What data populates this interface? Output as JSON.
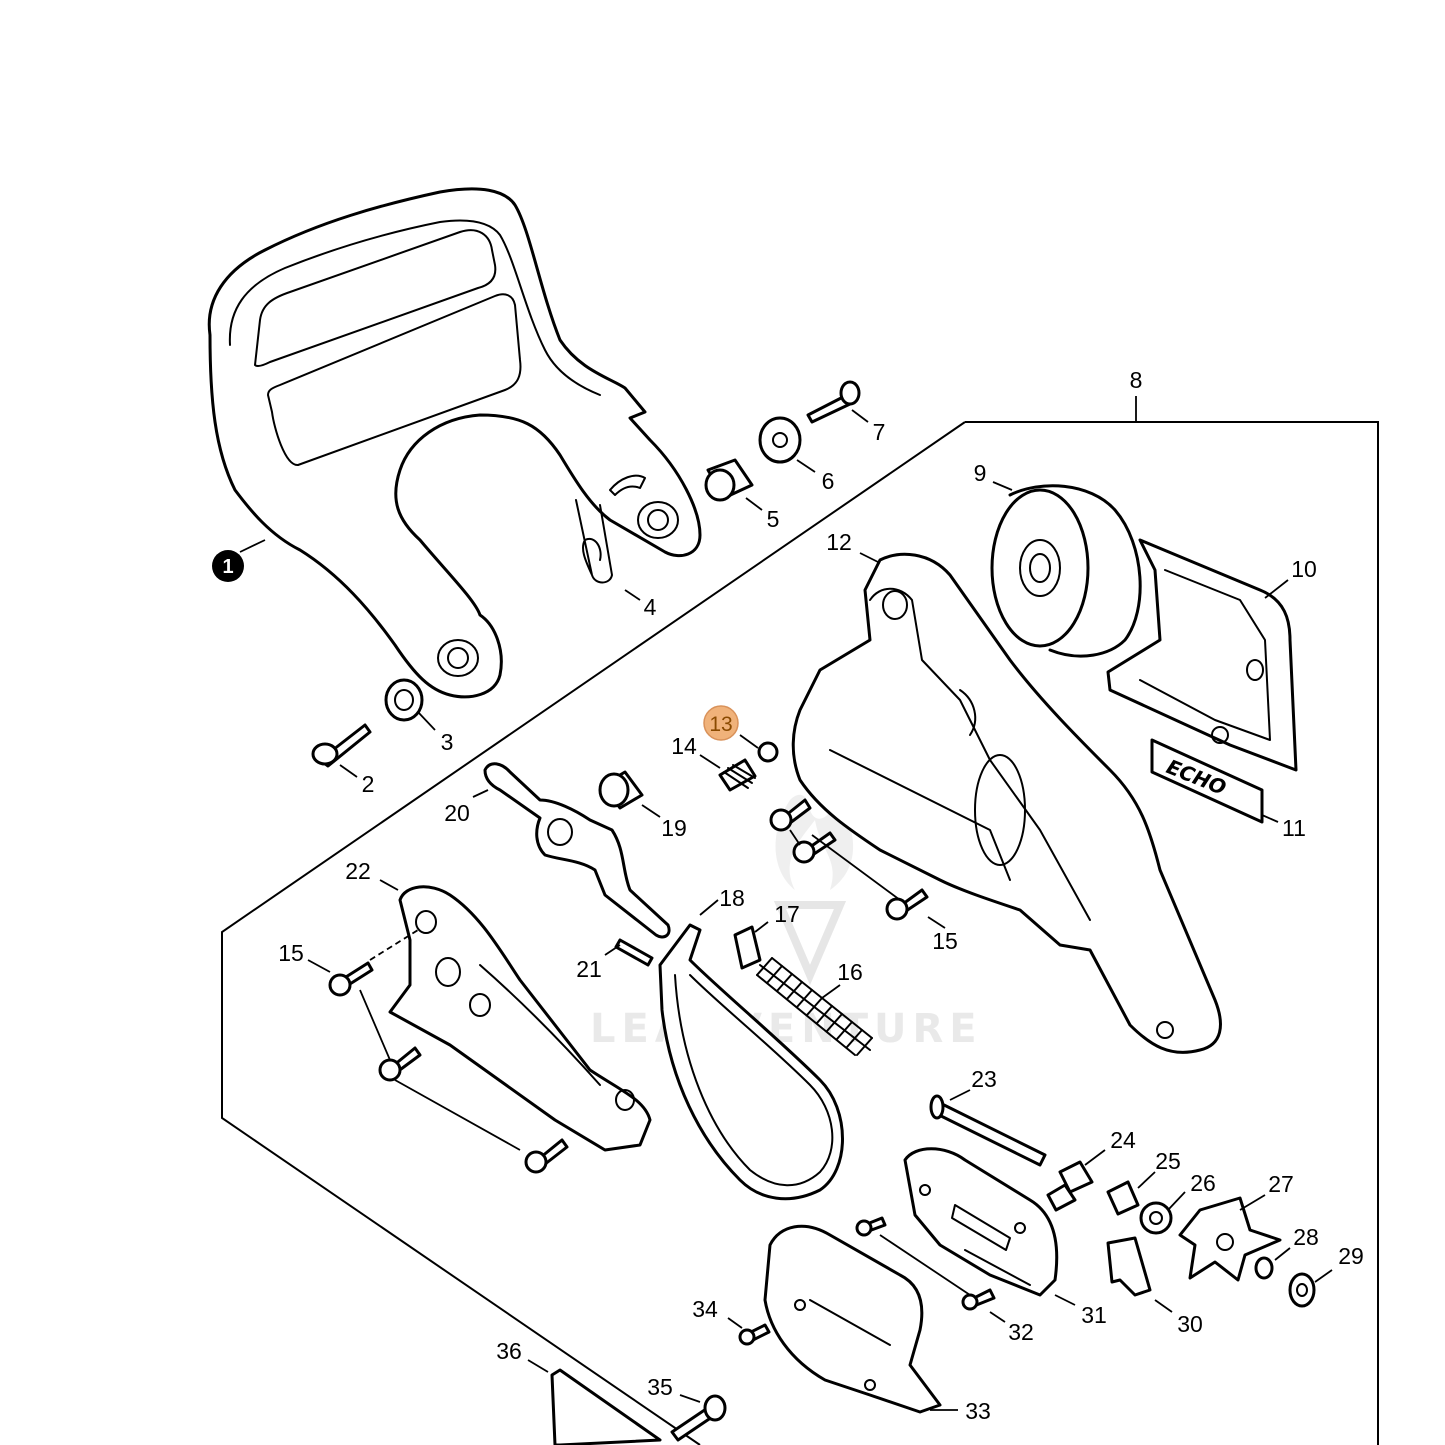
{
  "diagram": {
    "callouts": {
      "c1": "1",
      "c2": "2",
      "c3": "3",
      "c4": "4",
      "c5": "5",
      "c6": "6",
      "c7": "7",
      "c8": "8",
      "c9": "9",
      "c10": "10",
      "c11": "11",
      "c12": "12",
      "c13": "13",
      "c14": "14",
      "c15a": "15",
      "c15b": "15",
      "c16": "16",
      "c17": "17",
      "c18": "18",
      "c19": "19",
      "c20": "20",
      "c21": "21",
      "c22": "22",
      "c23": "23",
      "c24": "24",
      "c25": "25",
      "c26": "26",
      "c27": "27",
      "c28": "28",
      "c29": "29",
      "c30": "30",
      "c31": "31",
      "c32": "32",
      "c33": "33",
      "c34": "34",
      "c35": "35",
      "c36": "36"
    },
    "decal_text": "ECHO",
    "watermark_text": "LEADVENTURE",
    "highlight_color": "#f0b27a",
    "filled_callout_color": "#000000"
  }
}
